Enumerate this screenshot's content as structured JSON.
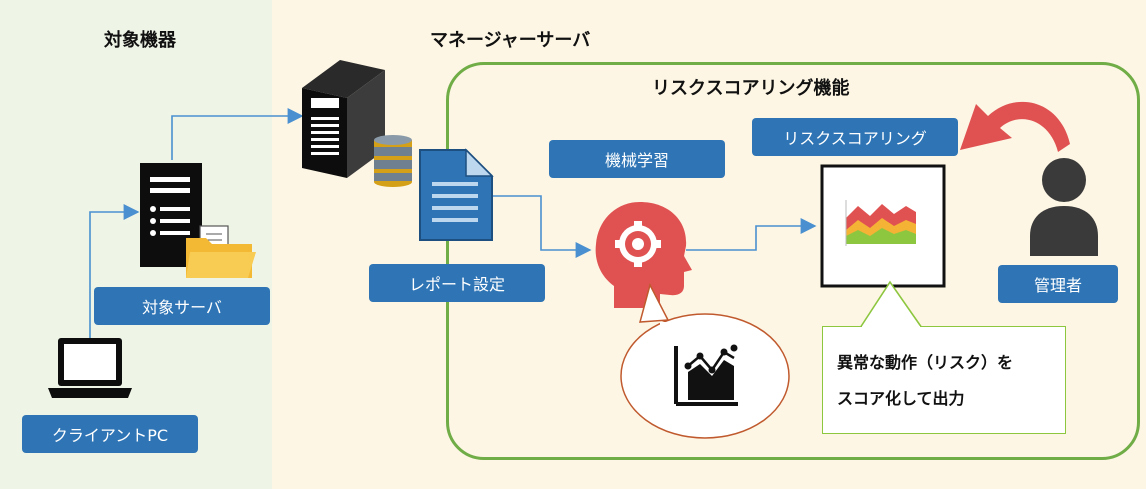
{
  "sections": {
    "target_devices": "対象機器",
    "manager_server": "マネージャーサーバ",
    "risk_scoring_function": "リスクスコアリング機能"
  },
  "labels": {
    "target_server": "対象サーバ",
    "client_pc": "クライアントPC",
    "report_settings": "レポート設定",
    "machine_learning": "機械学習",
    "risk_scoring": "リスクスコアリング",
    "administrator": "管理者"
  },
  "callout": {
    "line1": "異常な動作（リスク）を",
    "line2": "スコア化して出力"
  },
  "colors": {
    "left_panel": "#eef4e6",
    "right_panel": "#fdf6e4",
    "label_fill": "#2f75b5",
    "green_border": "#70ad47",
    "arrow_blue": "#4a90d0",
    "brain_red": "#e05252",
    "admin_arrow": "#e05252",
    "admin_icon": "#3a3a3a"
  }
}
